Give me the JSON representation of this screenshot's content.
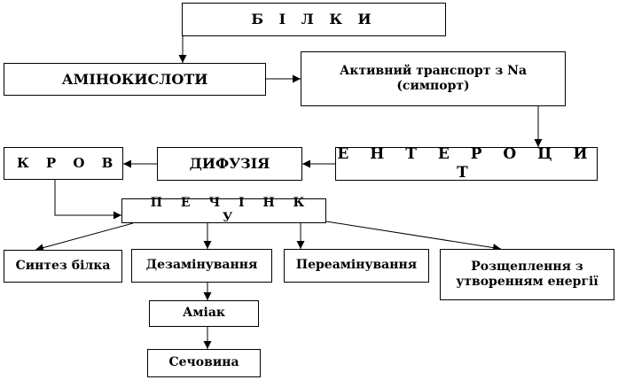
{
  "nodes": {
    "bilky": "Б І Л К И",
    "aminokysloty": "АМІНОКИСЛОТИ",
    "active_transport": "Активний транспорт з Na (симпорт)",
    "enterocyte": "Е Н Т Е Р О Ц И Т",
    "dyfuziia": "ДИФУЗІЯ",
    "krov": "К Р О В",
    "pechinka": "П Е Ч І Н К У",
    "syntez": "Синтез білка",
    "dezaminuvannia": "Дезамінування",
    "pereaminuvannia": "Переамінування",
    "rozshcheplennia": "Розщеплення з утворенням енергії",
    "amiak": "Аміак",
    "sechovyna": "Сечовина"
  }
}
